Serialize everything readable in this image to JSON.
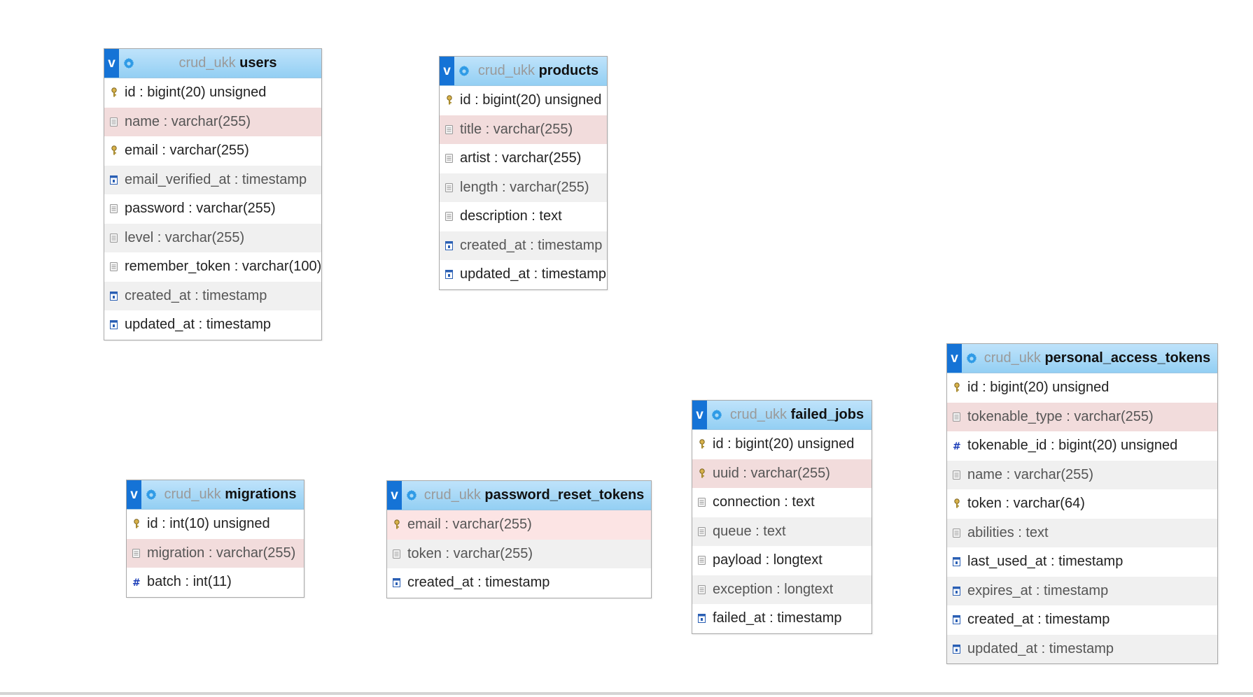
{
  "colors": {
    "header_gradient_top": "#bfe3fb",
    "header_gradient_bottom": "#93cff3",
    "v_button": "#1573d6",
    "gear": "#2f9be6",
    "row_alt": "#f0f0f0",
    "row_highlight": "#f2dcdc",
    "db_name": "#9a9a9a"
  },
  "tables": {
    "users": {
      "db": "crud_ukk",
      "name": "users",
      "fields": [
        {
          "text": "id : bigint(20) unsigned",
          "icon": "key-icon"
        },
        {
          "text": "name : varchar(255)",
          "icon": "column-icon"
        },
        {
          "text": "email : varchar(255)",
          "icon": "key-icon"
        },
        {
          "text": "email_verified_at : timestamp",
          "icon": "calendar-icon"
        },
        {
          "text": "password : varchar(255)",
          "icon": "column-icon"
        },
        {
          "text": "level : varchar(255)",
          "icon": "column-icon"
        },
        {
          "text": "remember_token : varchar(100)",
          "icon": "column-icon"
        },
        {
          "text": "created_at : timestamp",
          "icon": "calendar-icon"
        },
        {
          "text": "updated_at : timestamp",
          "icon": "calendar-icon"
        }
      ]
    },
    "products": {
      "db": "crud_ukk",
      "name": "products",
      "fields": [
        {
          "text": "id : bigint(20) unsigned",
          "icon": "key-icon"
        },
        {
          "text": "title : varchar(255)",
          "icon": "column-icon"
        },
        {
          "text": "artist : varchar(255)",
          "icon": "column-icon"
        },
        {
          "text": "length : varchar(255)",
          "icon": "column-icon"
        },
        {
          "text": "description : text",
          "icon": "column-icon"
        },
        {
          "text": "created_at : timestamp",
          "icon": "calendar-icon"
        },
        {
          "text": "updated_at : timestamp",
          "icon": "calendar-icon"
        }
      ]
    },
    "personal_access_tokens": {
      "db": "crud_ukk",
      "name": "personal_access_tokens",
      "fields": [
        {
          "text": "id : bigint(20) unsigned",
          "icon": "key-icon"
        },
        {
          "text": "tokenable_type : varchar(255)",
          "icon": "column-icon"
        },
        {
          "text": "tokenable_id : bigint(20) unsigned",
          "icon": "hash-icon"
        },
        {
          "text": "name : varchar(255)",
          "icon": "column-icon"
        },
        {
          "text": "token : varchar(64)",
          "icon": "key-icon"
        },
        {
          "text": "abilities : text",
          "icon": "column-icon"
        },
        {
          "text": "last_used_at : timestamp",
          "icon": "calendar-icon"
        },
        {
          "text": "expires_at : timestamp",
          "icon": "calendar-icon"
        },
        {
          "text": "created_at : timestamp",
          "icon": "calendar-icon"
        },
        {
          "text": "updated_at : timestamp",
          "icon": "calendar-icon"
        }
      ]
    },
    "failed_jobs": {
      "db": "crud_ukk",
      "name": "failed_jobs",
      "fields": [
        {
          "text": "id : bigint(20) unsigned",
          "icon": "key-icon"
        },
        {
          "text": "uuid : varchar(255)",
          "icon": "key-icon"
        },
        {
          "text": "connection : text",
          "icon": "column-icon"
        },
        {
          "text": "queue : text",
          "icon": "column-icon"
        },
        {
          "text": "payload : longtext",
          "icon": "column-icon"
        },
        {
          "text": "exception : longtext",
          "icon": "column-icon"
        },
        {
          "text": "failed_at : timestamp",
          "icon": "calendar-icon"
        }
      ]
    },
    "migrations": {
      "db": "crud_ukk",
      "name": "migrations",
      "fields": [
        {
          "text": "id : int(10) unsigned",
          "icon": "key-icon"
        },
        {
          "text": "migration : varchar(255)",
          "icon": "column-icon"
        },
        {
          "text": "batch : int(11)",
          "icon": "hash-icon"
        }
      ]
    },
    "password_reset_tokens": {
      "db": "crud_ukk",
      "name": "password_reset_tokens",
      "fields": [
        {
          "text": "email : varchar(255)",
          "icon": "key-icon"
        },
        {
          "text": "token : varchar(255)",
          "icon": "column-icon"
        },
        {
          "text": "created_at : timestamp",
          "icon": "calendar-icon"
        }
      ]
    }
  }
}
